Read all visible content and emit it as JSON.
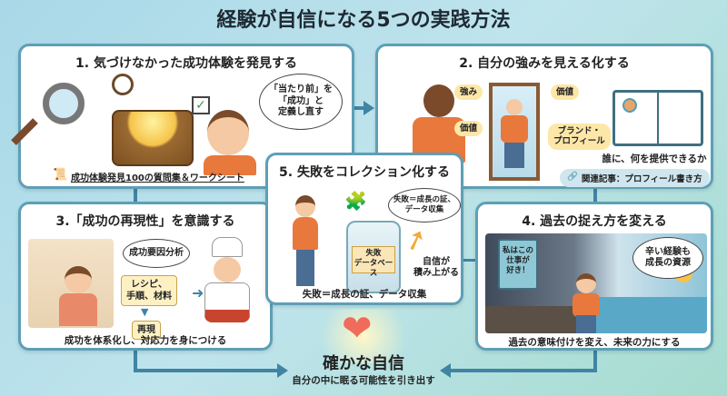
{
  "title": "経験が自信になる5つの実践方法",
  "panel1": {
    "title": "1. 気づけなかった成功体験を発見する",
    "bubble": "「当たり前」を\n「成功」と\n定義し直す",
    "link": "成功体験発見100の質問集＆ワークシート"
  },
  "panel2": {
    "title": "2. 自分の強みを見える化する",
    "tags": [
      "強み",
      "価値",
      "価値",
      "ブランド・\nプロフィール"
    ],
    "caption": "誰に、何を提供できるか",
    "related": "関連記事：プロフィール書き方"
  },
  "panel3": {
    "title": "3.「成功の再現性」を意識する",
    "bubble": "成功要因分析",
    "box1": "レシピ、\n手順、材料",
    "box2": "再現",
    "caption": "成功を体系化し、対応力を身につける"
  },
  "panel4": {
    "title": "4. 過去の捉え方を変える",
    "book": "私はこの\n仕事が\n好き！",
    "bubble": "辛い経験も\n成長の資源",
    "caption": "過去の意味付けを変え、未来の力にする"
  },
  "panel5": {
    "title": "5. 失敗をコレクション化する",
    "bubble": "失敗＝成長の証、\nデータ収集",
    "jar": "失敗\nデータベース",
    "arrow_text": "自信が\n積み上がる",
    "caption": "失敗＝成長の証、データ収集"
  },
  "goal": {
    "title": "確かな自信",
    "subtitle": "自分の中に眠る可能性を引き出す"
  },
  "colors": {
    "accent": "#3f85a3",
    "border": "#5d9fb6",
    "orange": "#e8783c"
  }
}
